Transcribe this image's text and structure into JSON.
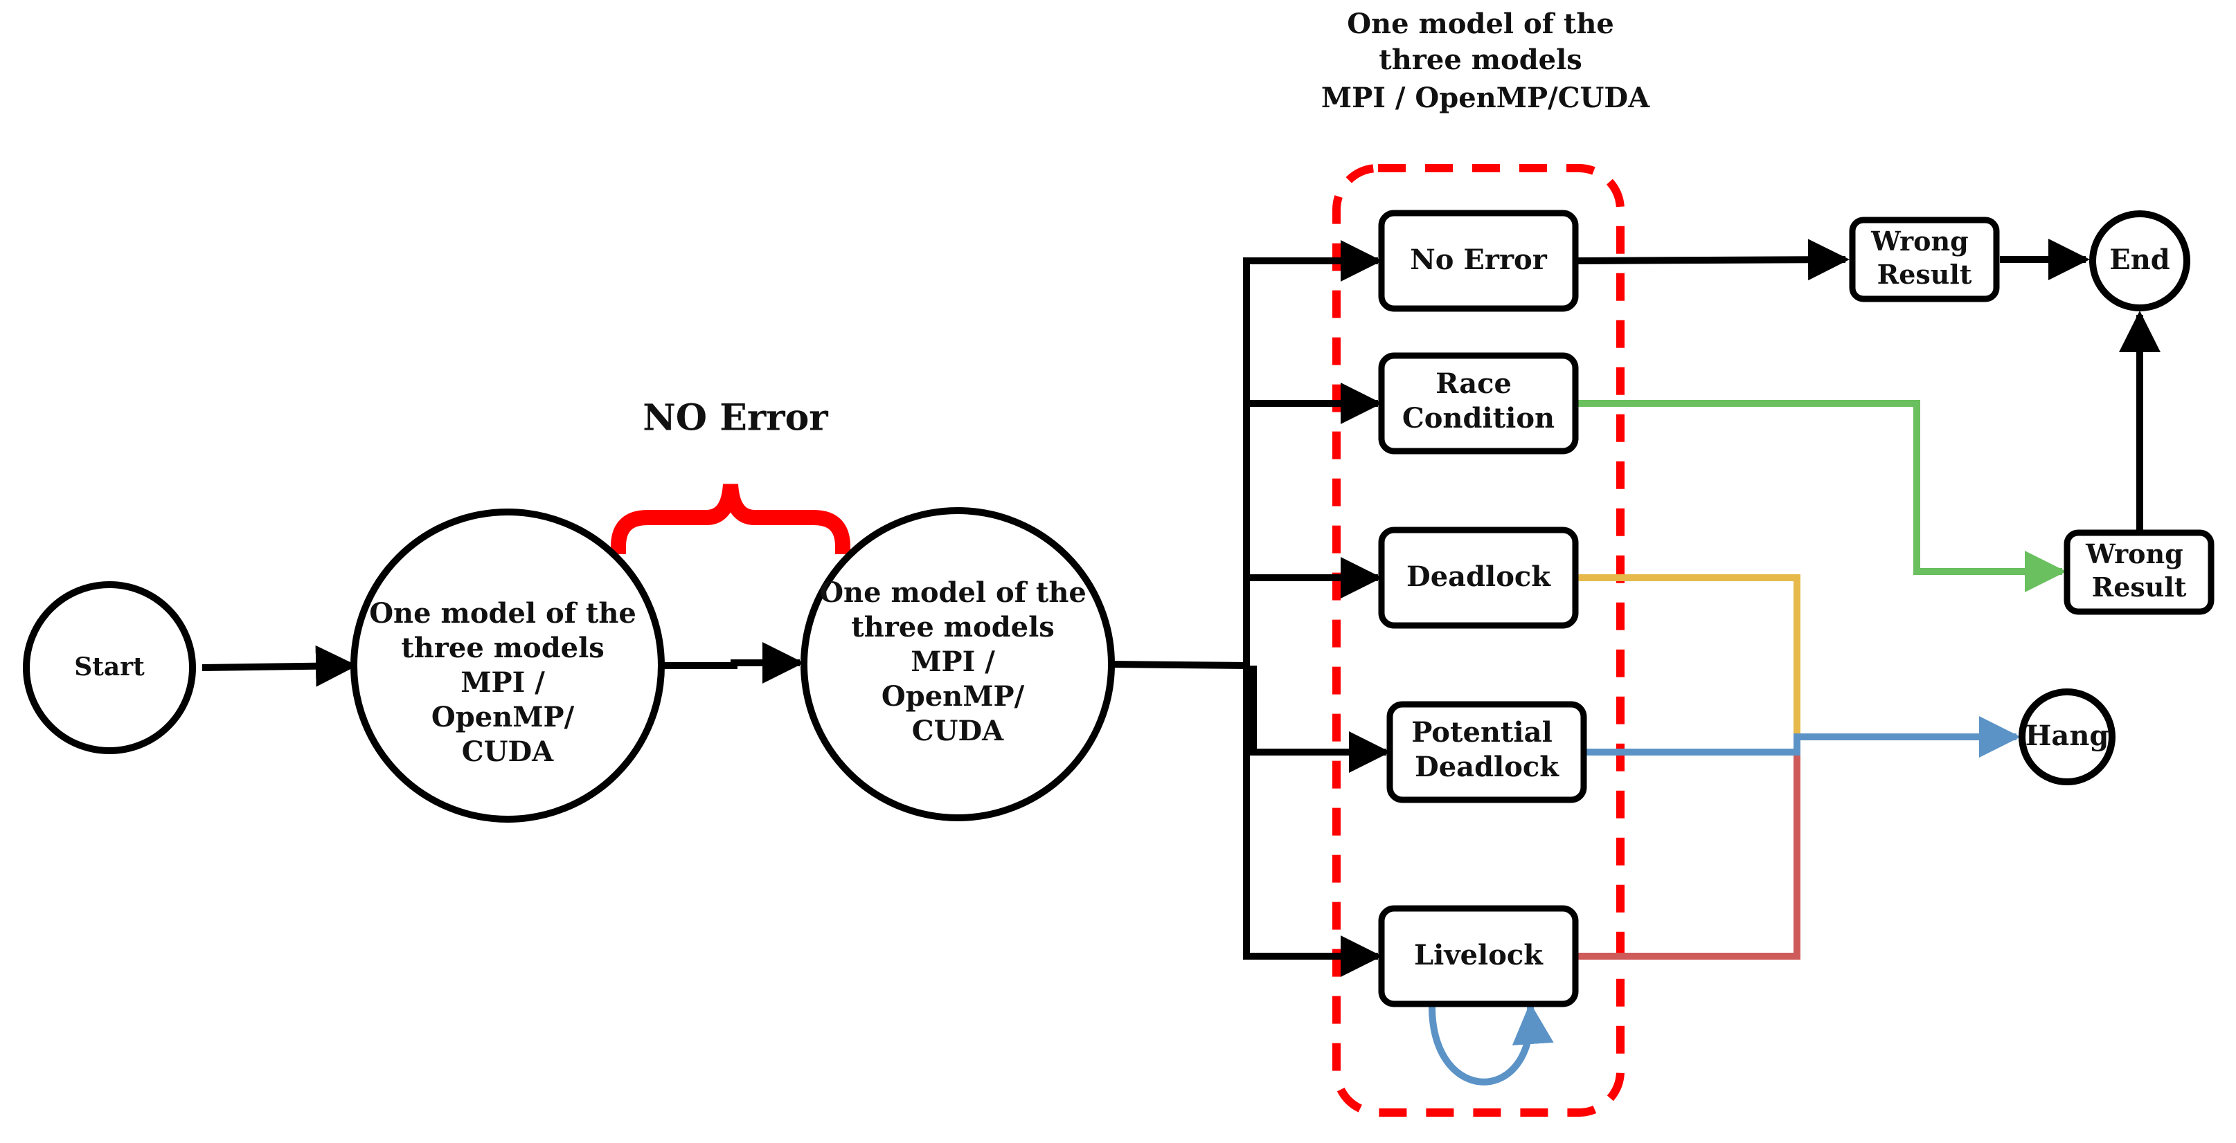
{
  "top_label": [
    "One model of the",
    "three models",
    "MPI / OpenMP/CUDA"
  ],
  "brace_label": "NO Error",
  "nodes": {
    "start": "Start",
    "model_1": [
      "One model of the",
      "three models",
      "MPI /",
      "OpenMP/",
      "CUDA"
    ],
    "model_2": [
      "One model of the",
      "three models",
      "MPI /",
      "OpenMP/",
      "CUDA"
    ],
    "no_error": "No Error",
    "race_condition": [
      "Race",
      "Condition"
    ],
    "deadlock": "Deadlock",
    "potential_deadlock": [
      "Potential",
      "Deadlock"
    ],
    "livelock": "Livelock",
    "wrong_result_top": [
      "Wrong",
      "Result"
    ],
    "wrong_result_mid": [
      "Wrong",
      "Result"
    ],
    "end": "End",
    "hang": "Hang"
  },
  "colors": {
    "black": "#000000",
    "red": "#ff0000",
    "green": "#6abf5e",
    "yellow": "#e6b94a",
    "blue": "#5b93c7",
    "dark_red": "#cf5a5a"
  }
}
